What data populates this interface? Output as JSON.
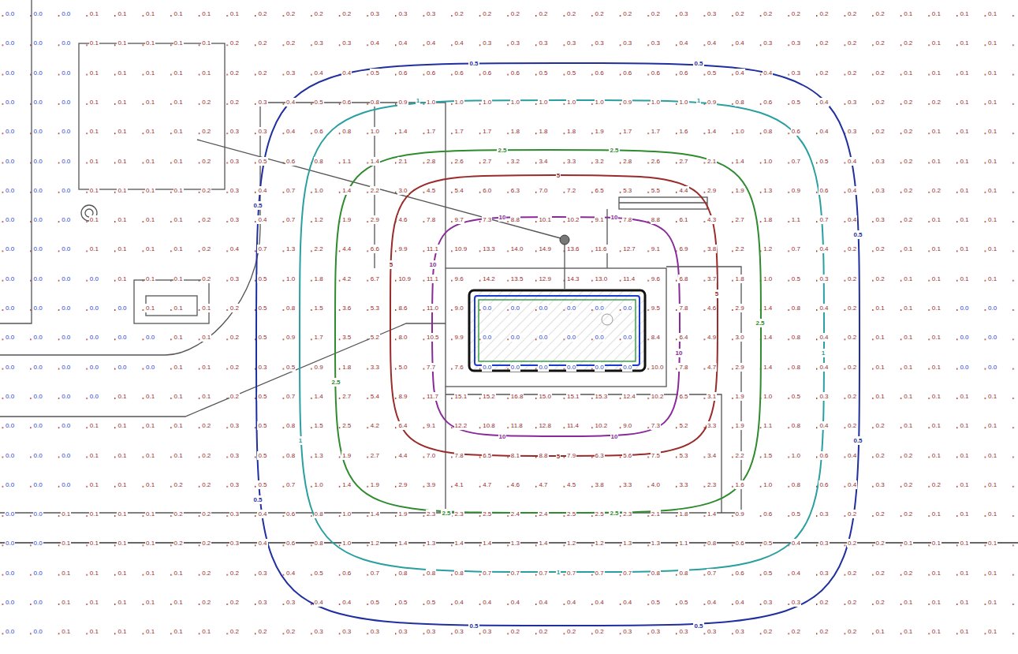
{
  "diagram": {
    "labels": [
      "0.0",
      "0.0",
      "0.0",
      "0.1",
      "0.1",
      "0.1",
      "0.1",
      "0.1",
      "0.1",
      "0.2",
      "0.2",
      "0.2",
      "0.2",
      "0.3",
      "0.3",
      "0.3",
      "0.2",
      "0.2",
      "0.2",
      "0.2",
      "0.2",
      "0.2",
      "0.2",
      "0.2",
      "0.3",
      "0.3",
      "0.2",
      "0.2",
      "0.2",
      "0.2",
      "0.2",
      "0.2",
      "0.1",
      "0.1",
      "0.1",
      "0.1",
      "0.0",
      "0.0",
      "0.0",
      "0.1",
      "0.1",
      "0.1",
      "0.1",
      "0.1",
      "0.2",
      "0.2",
      "0.2",
      "0.3",
      "0.3",
      "0.4",
      "0.4",
      "0.4",
      "0.4",
      "0.3",
      "0.3",
      "0.3",
      "0.3",
      "0.3",
      "0.3",
      "0.3",
      "0.4",
      "0.4",
      "0.4",
      "0.3",
      "0.3",
      "0.2",
      "0.2",
      "0.2",
      "0.2",
      "0.1",
      "0.1",
      "0.1",
      "0.0",
      "0.0",
      "0.0",
      "0.1",
      "0.1",
      "0.1",
      "0.1",
      "0.1",
      "0.2",
      "0.2",
      "0.3",
      "0.4",
      "0.4",
      "0.5",
      "0.6",
      "0.6",
      "0.6",
      "0.6",
      "0.6",
      "0.5",
      "0.5",
      "0.6",
      "0.6",
      "0.6",
      "0.6",
      "0.5",
      "0.4",
      "0.4",
      "0.3",
      "0.2",
      "0.2",
      "0.2",
      "0.1",
      "0.1",
      "0.1",
      "0.1",
      "0.0",
      "0.0",
      "0.0",
      "0.1",
      "0.1",
      "0.1",
      "0.1",
      "0.2",
      "0.2",
      "0.3",
      "0.4",
      "0.5",
      "0.6",
      "0.8",
      "0.9",
      "1.0",
      "1.0",
      "1.0",
      "1.0",
      "1.0",
      "1.0",
      "1.0",
      "0.9",
      "1.0",
      "1.0",
      "0.9",
      "0.8",
      "0.6",
      "0.5",
      "0.4",
      "0.3",
      "0.2",
      "0.2",
      "0.2",
      "0.1",
      "0.1",
      "0.0",
      "0.0",
      "0.0",
      "0.1",
      "0.1",
      "0.1",
      "0.1",
      "0.2",
      "0.3",
      "0.3",
      "0.4",
      "0.6",
      "0.8",
      "1.0",
      "1.4",
      "1.7",
      "1.7",
      "1.7",
      "1.8",
      "1.8",
      "1.8",
      "1.9",
      "1.7",
      "1.7",
      "1.6",
      "1.4",
      "1.0",
      "0.8",
      "0.6",
      "0.4",
      "0.3",
      "0.2",
      "0.2",
      "0.1",
      "0.1",
      "0.1",
      "0.0",
      "0.0",
      "0.0",
      "0.1",
      "0.1",
      "0.1",
      "0.1",
      "0.2",
      "0.3",
      "0.5",
      "0.6",
      "0.8",
      "1.1",
      "1.4",
      "2.1",
      "2.8",
      "2.6",
      "2.7",
      "3.2",
      "3.4",
      "3.3",
      "3.2",
      "2.8",
      "2.6",
      "2.7",
      "2.1",
      "1.4",
      "1.0",
      "0.7",
      "0.5",
      "0.4",
      "0.3",
      "0.2",
      "0.1",
      "0.1",
      "0.1",
      "0.0",
      "0.0",
      "0.0",
      "0.1",
      "0.1",
      "0.1",
      "0.1",
      "0.2",
      "0.3",
      "0.4",
      "0.7",
      "1.0",
      "1.4",
      "2.2",
      "3.0",
      "4.5",
      "5.4",
      "6.0",
      "6.3",
      "7.0",
      "7.2",
      "6.5",
      "5.3",
      "5.5",
      "4.4",
      "2.9",
      "1.9",
      "1.3",
      "0.9",
      "0.6",
      "0.4",
      "0.3",
      "0.2",
      "0.2",
      "0.1",
      "0.1",
      "0.0",
      "0.0",
      "0.0",
      "0.1",
      "0.1",
      "0.1",
      "0.1",
      "0.2",
      "0.3",
      "0.4",
      "0.7",
      "1.2",
      "1.9",
      "2.9",
      "4.6",
      "7.8",
      "9.7",
      "7.3",
      "8.8",
      "10.1",
      "10.2",
      "9.1",
      "7.8",
      "8.8",
      "6.1",
      "4.3",
      "2.7",
      "1.8",
      "1.1",
      "0.7",
      "0.4",
      "0.3",
      "0.2",
      "0.1",
      "0.1",
      "0.1",
      "0.0",
      "0.0",
      "0.0",
      "0.1",
      "0.1",
      "0.1",
      "0.1",
      "0.2",
      "0.4",
      "0.7",
      "1.3",
      "2.2",
      "4.4",
      "6.6",
      "9.9",
      "11.1",
      "10.9",
      "13.3",
      "14.0",
      "14.9",
      "13.6",
      "11.6",
      "12.7",
      "9.1",
      "6.9",
      "3.8",
      "2.2",
      "1.2",
      "0.7",
      "0.4",
      "0.2",
      "0.2",
      "0.1",
      "0.1",
      "0.1",
      "0.1",
      "0.0",
      "0.0",
      "0.0",
      "0.0",
      "0.1",
      "0.1",
      "0.1",
      "0.2",
      "0.3",
      "0.5",
      "1.0",
      "1.8",
      "4.2",
      "6.7",
      "10.9",
      "11.1",
      "9.6",
      "14.2",
      "13.5",
      "12.9",
      "14.3",
      "13.0",
      "11.4",
      "9.6",
      "6.8",
      "3.7",
      "1.8",
      "1.0",
      "0.5",
      "0.3",
      "0.2",
      "0.2",
      "0.1",
      "0.1",
      "0.1",
      "0.1",
      "0.0",
      "0.0",
      "0.0",
      "0.0",
      "0.0",
      "0.1",
      "0.1",
      "0.1",
      "0.2",
      "0.5",
      "0.8",
      "1.5",
      "3.6",
      "5.3",
      "8.6",
      "11.0",
      "9.0",
      "0.0",
      "0.0",
      "0.0",
      "0.0",
      "0.0",
      "0.0",
      "9.5",
      "7.8",
      "4.6",
      "2.9",
      "1.4",
      "0.8",
      "0.4",
      "0.2",
      "0.1",
      "0.1",
      "0.1",
      "0.0",
      "0.0",
      "0.0",
      "0.0",
      "0.0",
      "0.0",
      "0.0",
      "0.0",
      "0.1",
      "0.1",
      "0.2",
      "0.5",
      "0.9",
      "1.7",
      "3.5",
      "5.2",
      "8.0",
      "10.5",
      "9.9",
      "0.0",
      "0.0",
      "0.0",
      "0.0",
      "0.0",
      "0.0",
      "8.4",
      "6.4",
      "4.9",
      "3.0",
      "1.4",
      "0.8",
      "0.4",
      "0.2",
      "0.1",
      "0.1",
      "0.1",
      "0.0",
      "0.0",
      "0.0",
      "0.0",
      "0.0",
      "0.0",
      "0.0",
      "0.0",
      "0.1",
      "0.1",
      "0.2",
      "0.3",
      "0.5",
      "0.9",
      "1.8",
      "3.3",
      "5.0",
      "7.7",
      "7.6",
      "0.0",
      "0.0",
      "0.0",
      "0.0",
      "0.0",
      "0.0",
      "10.0",
      "7.8",
      "4.7",
      "2.9",
      "1.4",
      "0.8",
      "0.4",
      "0.2",
      "0.1",
      "0.1",
      "0.1",
      "0.0",
      "0.0",
      "0.0",
      "0.0",
      "0.0",
      "0.0",
      "0.1",
      "0.1",
      "0.1",
      "0.1",
      "0.2",
      "0.5",
      "0.7",
      "1.4",
      "2.7",
      "5.4",
      "8.9",
      "11.7",
      "15.1",
      "15.2",
      "16.8",
      "15.0",
      "15.1",
      "15.3",
      "12.4",
      "10.2",
      "6.5",
      "3.1",
      "1.9",
      "1.0",
      "0.5",
      "0.3",
      "0.2",
      "0.1",
      "0.1",
      "0.1",
      "0.1",
      "0.1",
      "0.0",
      "0.0",
      "0.0",
      "0.1",
      "0.1",
      "0.1",
      "0.1",
      "0.2",
      "0.3",
      "0.5",
      "0.8",
      "1.5",
      "2.5",
      "4.2",
      "6.4",
      "9.1",
      "12.2",
      "10.8",
      "11.8",
      "12.8",
      "11.4",
      "10.2",
      "9.0",
      "7.3",
      "5.2",
      "3.3",
      "1.9",
      "1.1",
      "0.8",
      "0.4",
      "0.2",
      "0.2",
      "0.1",
      "0.1",
      "0.1",
      "0.1",
      "0.0",
      "0.0",
      "0.0",
      "0.1",
      "0.1",
      "0.1",
      "0.1",
      "0.2",
      "0.3",
      "0.5",
      "0.8",
      "1.3",
      "1.9",
      "2.7",
      "4.4",
      "7.0",
      "7.8",
      "6.5",
      "8.1",
      "8.8",
      "7.9",
      "6.3",
      "5.6",
      "7.5",
      "5.3",
      "3.4",
      "2.2",
      "1.5",
      "1.0",
      "0.6",
      "0.4",
      "0.2",
      "0.2",
      "0.1",
      "0.1",
      "0.1",
      "0.0",
      "0.0",
      "0.0",
      "0.1",
      "0.1",
      "0.1",
      "0.2",
      "0.2",
      "0.3",
      "0.5",
      "0.7",
      "1.0",
      "1.4",
      "1.9",
      "2.9",
      "3.9",
      "4.1",
      "4.7",
      "4.6",
      "4.7",
      "4.5",
      "3.8",
      "3.3",
      "4.0",
      "3.3",
      "2.3",
      "1.6",
      "1.0",
      "0.8",
      "0.6",
      "0.4",
      "0.3",
      "0.2",
      "0.2",
      "0.1",
      "0.1",
      "0.0",
      "0.0",
      "0.1",
      "0.1",
      "0.1",
      "0.1",
      "0.2",
      "0.2",
      "0.3",
      "0.4",
      "0.6",
      "0.8",
      "1.0",
      "1.4",
      "1.9",
      "2.3",
      "2.3",
      "2.5",
      "2.4",
      "2.4",
      "2.5",
      "2.5",
      "2.3",
      "2.1",
      "1.8",
      "1.4",
      "0.9",
      "0.6",
      "0.5",
      "0.3",
      "0.2",
      "0.2",
      "0.2",
      "0.1",
      "0.1",
      "0.1",
      "0.0",
      "0.0",
      "0.1",
      "0.1",
      "0.1",
      "0.1",
      "0.2",
      "0.2",
      "0.3",
      "0.4",
      "0.6",
      "0.8",
      "1.0",
      "1.2",
      "1.4",
      "1.3",
      "1.4",
      "1.4",
      "1.3",
      "1.4",
      "1.2",
      "1.2",
      "1.3",
      "1.3",
      "1.1",
      "0.8",
      "0.6",
      "0.5",
      "0.4",
      "0.3",
      "0.2",
      "0.2",
      "0.1",
      "0.1",
      "0.1",
      "0.1",
      "0.0",
      "0.0",
      "0.1",
      "0.1",
      "0.1",
      "0.1",
      "0.1",
      "0.2",
      "0.2",
      "0.3",
      "0.4",
      "0.5",
      "0.6",
      "0.7",
      "0.8",
      "0.8",
      "0.8",
      "0.7",
      "0.7",
      "0.7",
      "0.7",
      "0.7",
      "0.7",
      "0.8",
      "0.8",
      "0.7",
      "0.6",
      "0.5",
      "0.4",
      "0.3",
      "0.2",
      "0.2",
      "0.2",
      "0.1",
      "0.1",
      "0.1",
      "0.0",
      "0.0",
      "0.1",
      "0.1",
      "0.1",
      "0.1",
      "0.1",
      "0.2",
      "0.2",
      "0.3",
      "0.3",
      "0.4",
      "0.4",
      "0.5",
      "0.5",
      "0.5",
      "0.4",
      "0.4",
      "0.4",
      "0.4",
      "0.4",
      "0.4",
      "0.4",
      "0.5",
      "0.5",
      "0.4",
      "0.4",
      "0.3",
      "0.3",
      "0.2",
      "0.2",
      "0.2",
      "0.1",
      "0.1",
      "0.1",
      "0.1",
      "0.0",
      "0.0",
      "0.1",
      "0.1",
      "0.1",
      "0.1",
      "0.1",
      "0.1",
      "0.2",
      "0.2",
      "0.2",
      "0.3",
      "0.3",
      "0.3",
      "0.3",
      "0.3",
      "0.3",
      "0.3",
      "0.2",
      "0.2",
      "0.2",
      "0.2",
      "0.3",
      "0.3",
      "0.3",
      "0.3",
      "0.3",
      "0.2",
      "0.2",
      "0.2",
      "0.2",
      "0.1",
      "0.1",
      "0.1",
      "0.1",
      "0.1",
      "0.5",
      "0.5",
      "0.5",
      "0.5",
      "0.5",
      "0.5",
      "0.5",
      "0.5",
      "1",
      "1",
      "1",
      "1",
      "1",
      "2.5",
      "2.5",
      "2.5",
      "2.5",
      "2.5",
      "2.5",
      "5",
      "5",
      "5",
      "5",
      "10",
      "10",
      "10",
      "10",
      "10",
      "10"
    ]
  }
}
